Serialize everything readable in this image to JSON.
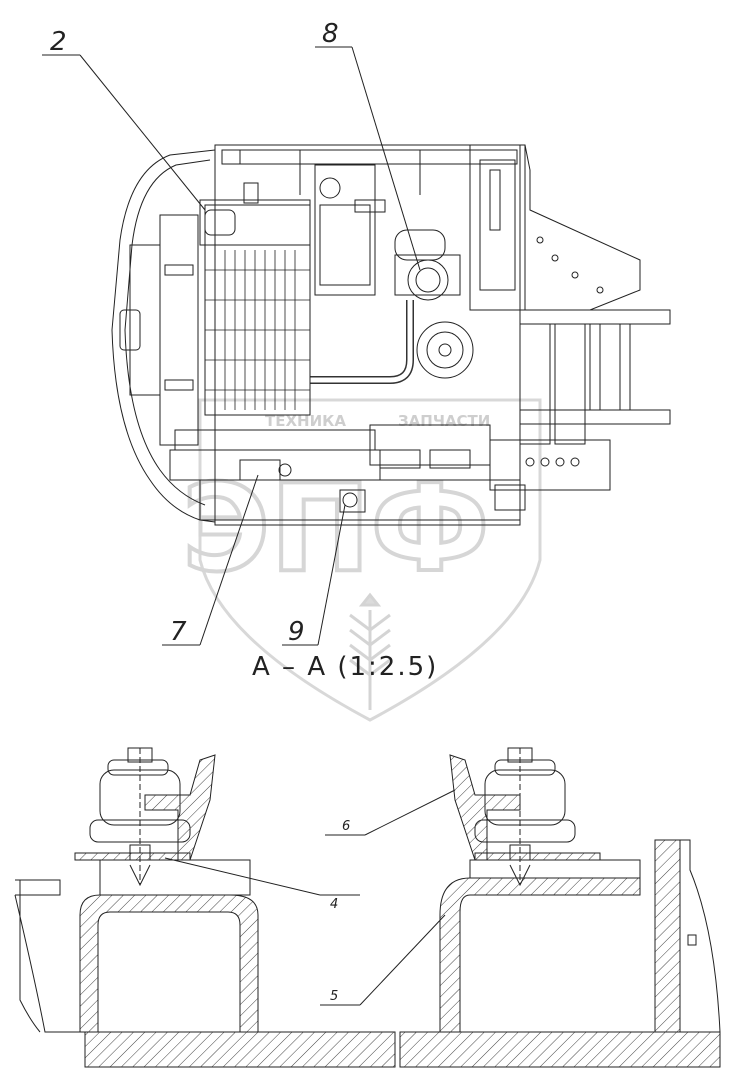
{
  "callouts": {
    "c2": "2",
    "c8": "8",
    "c7": "7",
    "c9": "9",
    "c4": "4",
    "c5": "5",
    "c6": "6"
  },
  "section_label": "А – А (1:2.5)",
  "watermark": {
    "brand": "ЭПФ",
    "text_left": "ТЕХНИКА",
    "text_right": "ЗАПЧАСТИ"
  },
  "colors": {
    "line": "#222222",
    "watermark": "#cfcfcf"
  }
}
